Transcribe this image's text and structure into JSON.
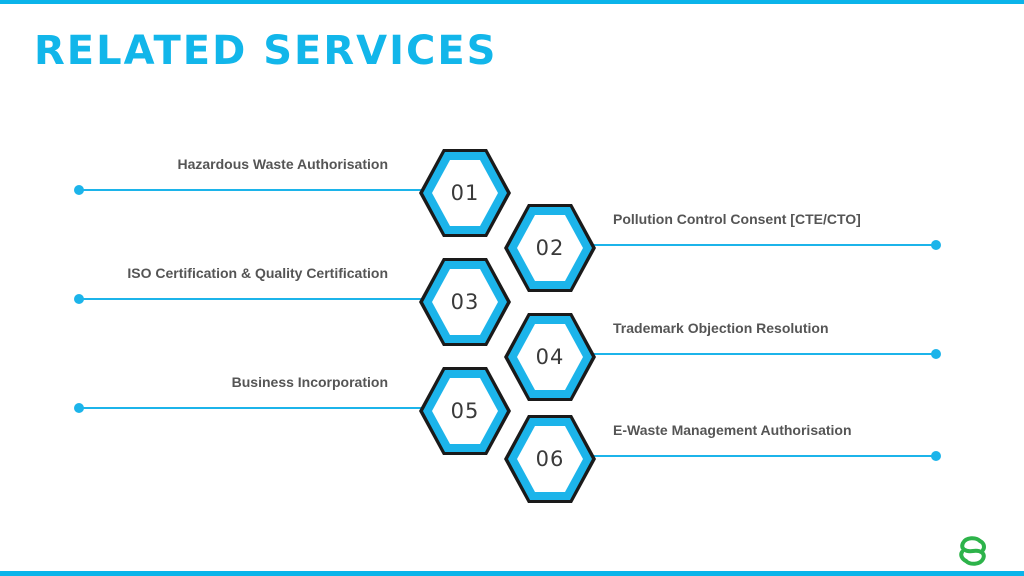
{
  "title": "RELATED SERVICES",
  "colors": {
    "accent": "#1cb4ea",
    "hex_border": "#1a1a1a",
    "text": "#555555",
    "logo": "#2db34a"
  },
  "services": [
    {
      "number": "01",
      "label": "Hazardous Waste Authorisation"
    },
    {
      "number": "02",
      "label": "Pollution Control Consent [CTE/CTO]"
    },
    {
      "number": "03",
      "label": "ISO Certification & Quality Certification"
    },
    {
      "number": "04",
      "label": "Trademark Objection Resolution"
    },
    {
      "number": "05",
      "label": "Business Incorporation"
    },
    {
      "number": "06",
      "label": "E-Waste Management Authorisation"
    }
  ],
  "logo_icon": "company-logo-icon"
}
